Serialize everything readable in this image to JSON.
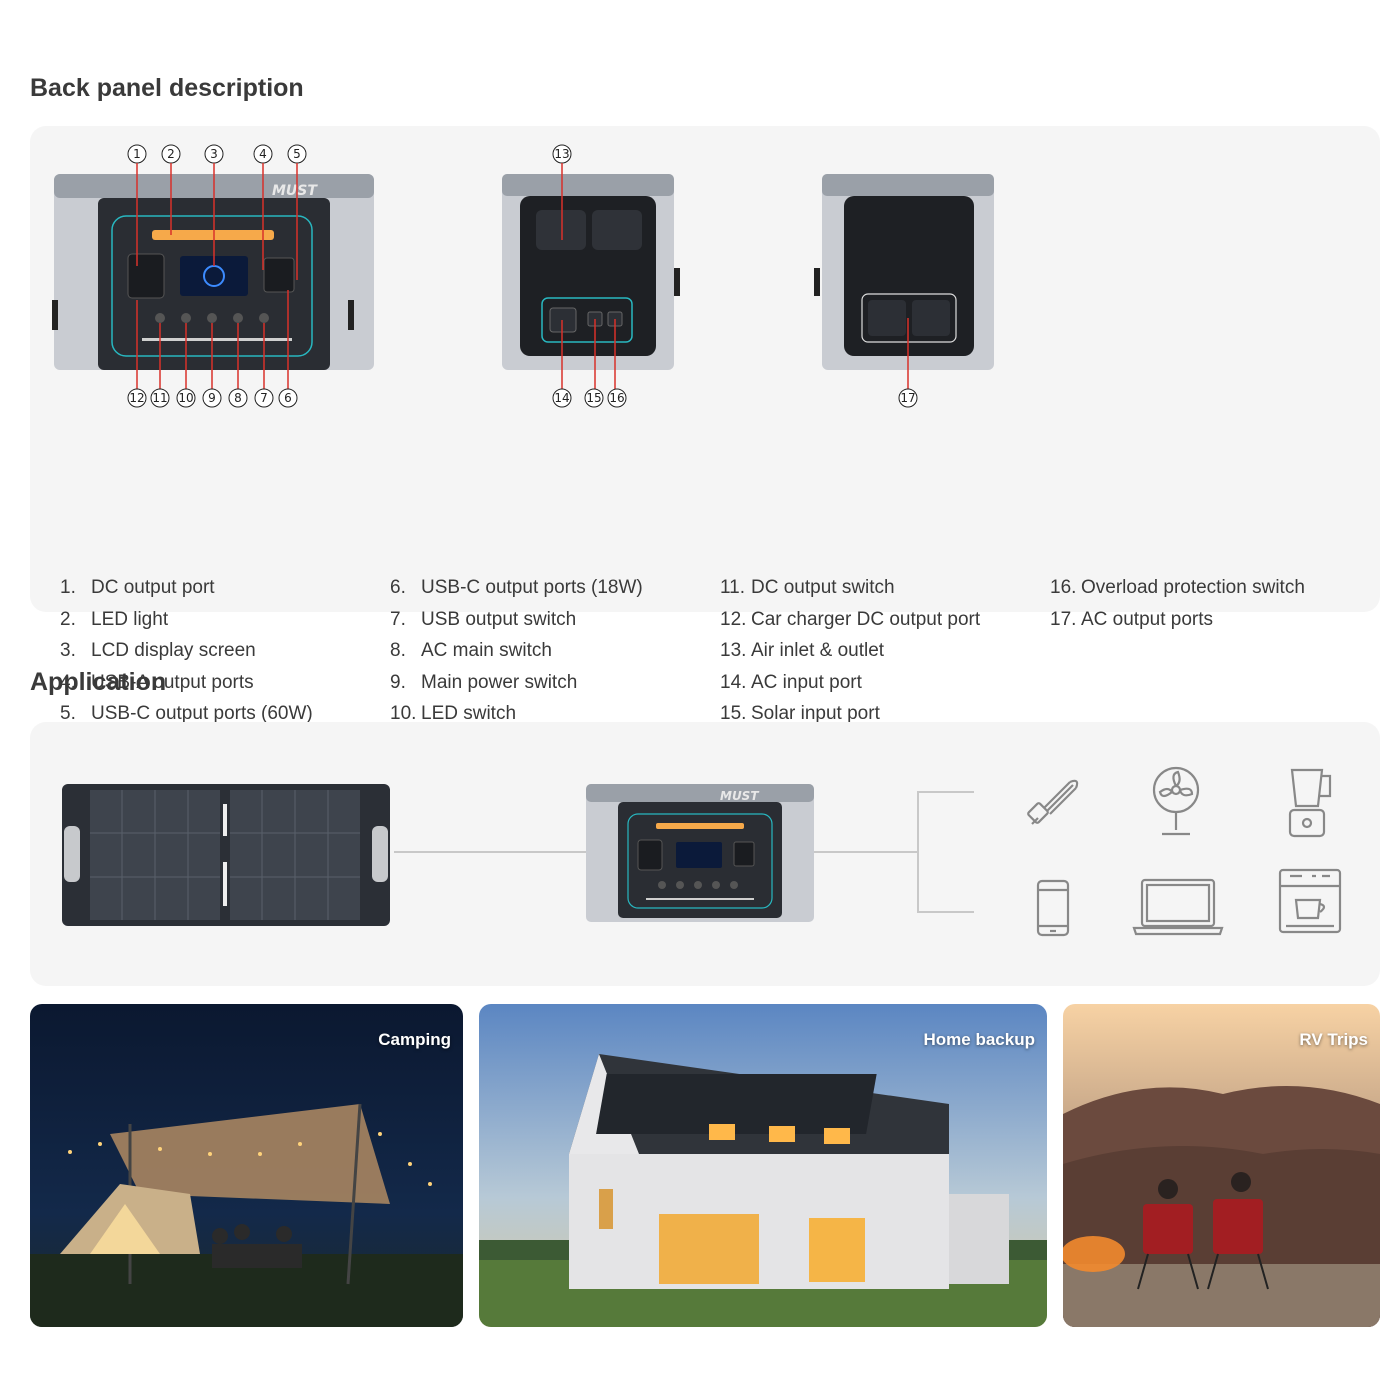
{
  "back_panel": {
    "title": "Back panel description",
    "brand": "MUST",
    "callouts_front_top": [
      "1",
      "2",
      "3",
      "4",
      "5"
    ],
    "callouts_front_bottom": [
      "12",
      "11",
      "10",
      "9",
      "8",
      "7",
      "6"
    ],
    "callouts_side_top": [
      "13"
    ],
    "callouts_side_bottom": [
      "14",
      "15",
      "16"
    ],
    "callouts_rear_bottom": [
      "17"
    ],
    "legend": [
      [
        {
          "num": "1.",
          "label": "DC output port"
        },
        {
          "num": "2.",
          "label": "LED light"
        },
        {
          "num": "3.",
          "label": "LCD display screen"
        },
        {
          "num": "4.",
          "label": "USB-A output ports"
        },
        {
          "num": "5.",
          "label": "USB-C output ports (60W)"
        }
      ],
      [
        {
          "num": "6.",
          "label": "USB-C output ports (18W)"
        },
        {
          "num": "7.",
          "label": "USB output switch"
        },
        {
          "num": "8.",
          "label": "AC main switch"
        },
        {
          "num": "9.",
          "label": "Main power switch"
        },
        {
          "num": "10.",
          "label": "LED switch"
        }
      ],
      [
        {
          "num": "11.",
          "label": "DC output switch"
        },
        {
          "num": "12.",
          "label": "Car charger DC output port"
        },
        {
          "num": "13.",
          "label": "Air inlet & outlet"
        },
        {
          "num": "14.",
          "label": "AC input port"
        },
        {
          "num": "15.",
          "label": "Solar input port"
        }
      ],
      [
        {
          "num": "16.",
          "label": "Overload protection switch"
        },
        {
          "num": "17.",
          "label": "AC output ports"
        }
      ]
    ]
  },
  "application": {
    "title": "Application",
    "brand": "MUST",
    "icons": [
      "light-bulb-icon",
      "fan-icon",
      "blender-icon",
      "phone-icon",
      "laptop-icon",
      "coffee-machine-icon"
    ]
  },
  "scenes": [
    {
      "caption": "Camping"
    },
    {
      "caption": "Home backup"
    },
    {
      "caption": "RV Trips"
    }
  ]
}
